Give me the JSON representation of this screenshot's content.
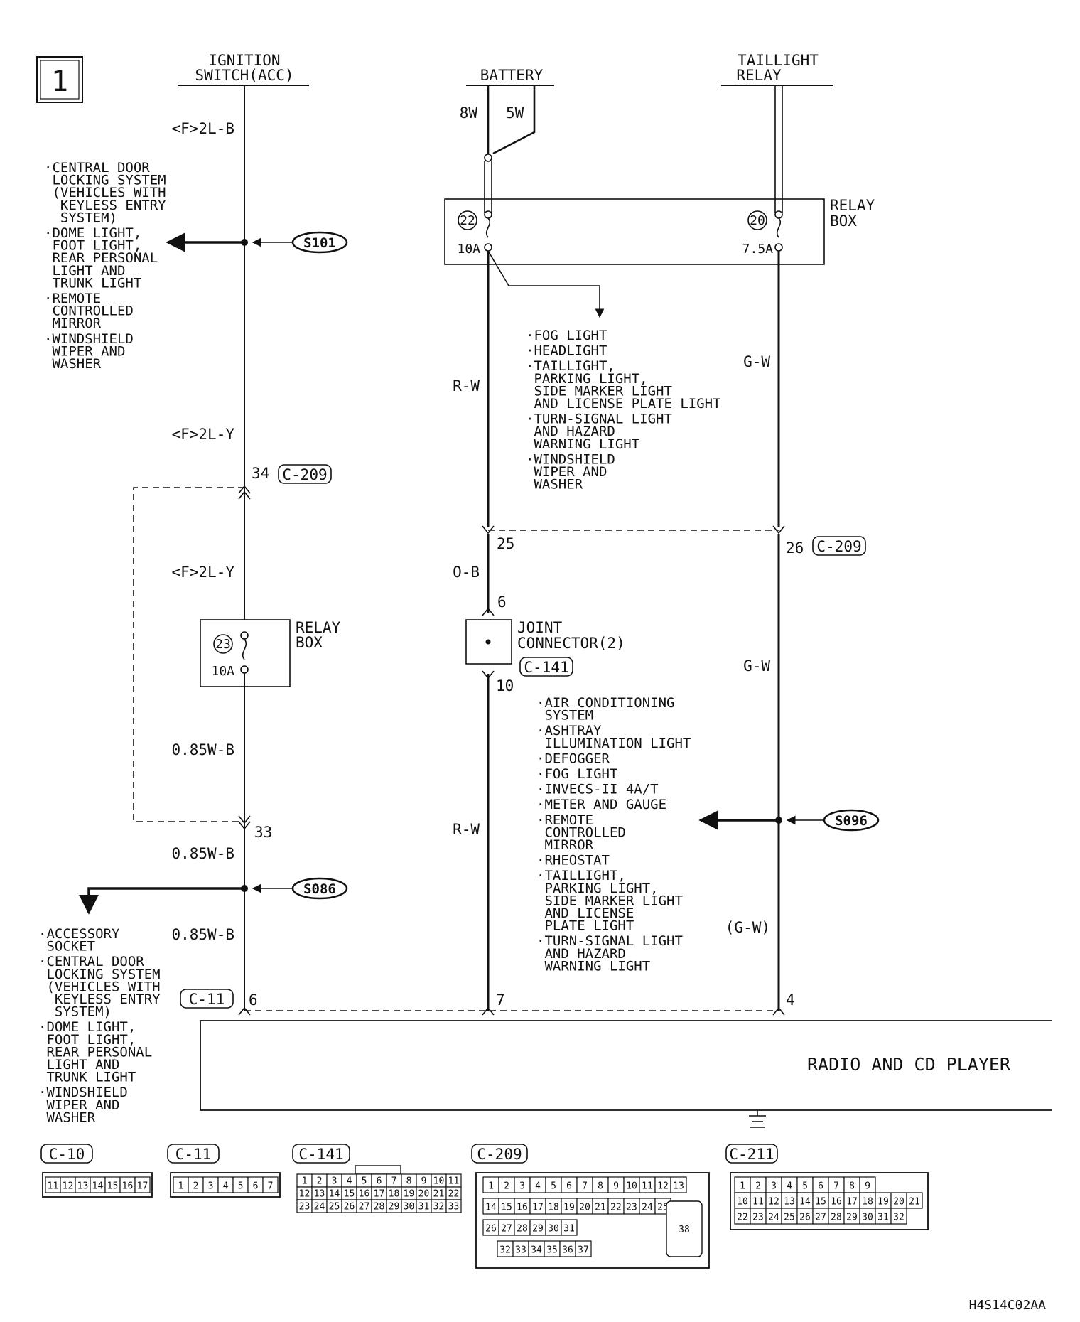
{
  "page_number": "1",
  "sources": {
    "ignition": [
      "IGNITION",
      "SWITCH(ACC)"
    ],
    "battery": "BATTERY",
    "taillight": [
      "TAILLIGHT",
      "RELAY"
    ]
  },
  "wires": {
    "w_f2lb": "<F>2L-B",
    "w_f2ly_1": "<F>2L-Y",
    "w_f2ly_2": "<F>2L-Y",
    "w_085wb_1": "0.85W-B",
    "w_085wb_2": "0.85W-B",
    "w_085wb_3": "0.85W-B",
    "w_8w": "8W",
    "w_5w": "5W",
    "w_rw_1": "R-W",
    "w_ob": "O-B",
    "w_rw_2": "R-W",
    "w_gw_1": "G-W",
    "w_gw_2": "G-W",
    "w_gw_3": "(G-W)"
  },
  "relay_box_top": {
    "label": [
      "RELAY",
      "BOX"
    ],
    "fuse_a": {
      "num": "22",
      "amp": "10A"
    },
    "fuse_b": {
      "num": "20",
      "amp": "7.5A"
    }
  },
  "relay_box_left": {
    "label": [
      "RELAY",
      "BOX"
    ],
    "fuse": {
      "num": "23",
      "amp": "10A"
    }
  },
  "joint_connector": {
    "label": [
      "JOINT",
      "CONNECTOR(2)"
    ],
    "connector": "C-141",
    "pin_in": "6",
    "pin_out": "10"
  },
  "splices": {
    "s101": "S101",
    "s086": "S086",
    "s096": "S096"
  },
  "pins": {
    "c209_34": "34",
    "c209_33": "33",
    "c209_25": "25",
    "c209_26": "26",
    "c11_6": "6",
    "c11_7": "7",
    "c11_4": "4"
  },
  "connector_tags": {
    "c209_a": "C-209",
    "c209_b": "C-209",
    "c11": "C-11"
  },
  "list_s101": [
    [
      "·CENTRAL DOOR",
      " LOCKING SYSTEM",
      " (VEHICLES WITH",
      "  KEYLESS ENTRY",
      "  SYSTEM)"
    ],
    [
      "·DOME LIGHT,",
      " FOOT LIGHT,",
      " REAR PERSONAL",
      " LIGHT AND",
      " TRUNK LIGHT"
    ],
    [
      "·REMOTE",
      " CONTROLLED",
      " MIRROR"
    ],
    [
      "·WINDSHIELD",
      " WIPER AND",
      " WASHER"
    ]
  ],
  "list_fuse22": [
    [
      "·FOG LIGHT"
    ],
    [
      "·HEADLIGHT"
    ],
    [
      "·TAILLIGHT,",
      " PARKING LIGHT,",
      " SIDE MARKER LIGHT",
      " AND LICENSE PLATE LIGHT"
    ],
    [
      "·TURN-SIGNAL LIGHT",
      " AND HAZARD",
      " WARNING LIGHT"
    ],
    [
      "·WINDSHIELD",
      " WIPER AND",
      " WASHER"
    ]
  ],
  "list_s096": [
    [
      "·AIR CONDITIONING",
      " SYSTEM"
    ],
    [
      "·ASHTRAY",
      " ILLUMINATION LIGHT"
    ],
    [
      "·DEFOGGER"
    ],
    [
      "·FOG LIGHT"
    ],
    [
      "·INVECS-II 4A/T"
    ],
    [
      "·METER AND GAUGE"
    ],
    [
      "·REMOTE",
      " CONTROLLED",
      " MIRROR"
    ],
    [
      "·RHEOSTAT"
    ],
    [
      "·TAILLIGHT,",
      " PARKING LIGHT,",
      " SIDE MARKER LIGHT",
      " AND LICENSE",
      " PLATE LIGHT"
    ],
    [
      "·TURN-SIGNAL LIGHT",
      " AND HAZARD",
      " WARNING LIGHT"
    ]
  ],
  "list_s086": [
    [
      "·ACCESSORY",
      " SOCKET"
    ],
    [
      "·CENTRAL DOOR",
      " LOCKING SYSTEM",
      " (VEHICLES WITH",
      "  KEYLESS ENTRY",
      "  SYSTEM)"
    ],
    [
      "·DOME LIGHT,",
      " FOOT LIGHT,",
      " REAR PERSONAL",
      " LIGHT AND",
      " TRUNK LIGHT"
    ],
    [
      "·WINDSHIELD",
      " WIPER AND",
      " WASHER"
    ]
  ],
  "component": "RADIO AND CD PLAYER",
  "connector_faces": {
    "c10": {
      "tag": "C-10",
      "pins": [
        "11",
        "12",
        "13",
        "14",
        "15",
        "16",
        "17"
      ]
    },
    "c11": {
      "tag": "C-11",
      "pins": [
        "1",
        "2",
        "3",
        "4",
        "5",
        "6",
        "7"
      ]
    },
    "c141": {
      "tag": "C-141",
      "rows": [
        [
          "1",
          "2",
          "3",
          "4",
          "5",
          "6",
          "7",
          "8",
          "9",
          "10",
          "11"
        ],
        [
          "12",
          "13",
          "14",
          "15",
          "16",
          "17",
          "18",
          "19",
          "20",
          "21",
          "22"
        ],
        [
          "23",
          "24",
          "25",
          "26",
          "27",
          "28",
          "29",
          "30",
          "31",
          "32",
          "33"
        ]
      ]
    },
    "c209": {
      "tag": "C-209",
      "row1": [
        "1",
        "2",
        "3",
        "4",
        "5",
        "6",
        "7",
        "8",
        "9",
        "10",
        "11",
        "12",
        "13"
      ],
      "row2": [
        "14",
        "15",
        "16",
        "17",
        "18",
        "19",
        "20",
        "21",
        "22",
        "23",
        "24",
        "25"
      ],
      "row3": [
        "26",
        "27",
        "28",
        "29",
        "30",
        "31"
      ],
      "row4": [
        "32",
        "33",
        "34",
        "35",
        "36",
        "37"
      ],
      "big": "38"
    },
    "c211": {
      "tag": "C-211",
      "rows": [
        [
          "1",
          "2",
          "3",
          "4",
          "5",
          "6",
          "7",
          "8",
          "9"
        ],
        [
          "10",
          "11",
          "12",
          "13",
          "14",
          "15",
          "16",
          "17",
          "18",
          "19",
          "20",
          "21"
        ],
        [
          "22",
          "23",
          "24",
          "25",
          "26",
          "27",
          "28",
          "29",
          "30",
          "31",
          "32"
        ]
      ]
    }
  },
  "doc_code": "H4S14C02AA"
}
